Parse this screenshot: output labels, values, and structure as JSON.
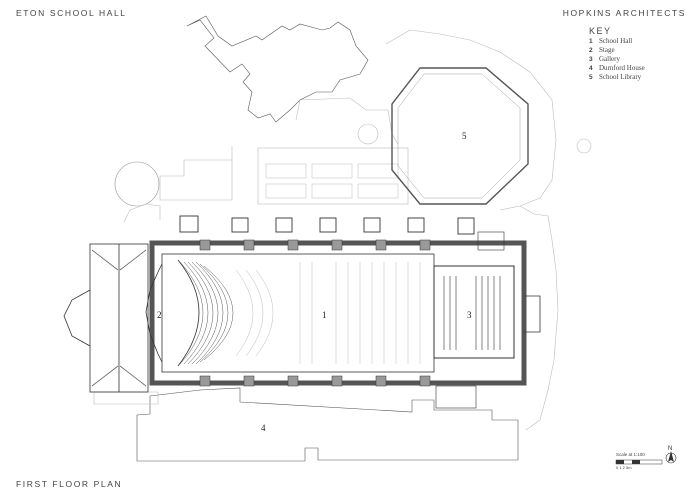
{
  "header": {
    "title_left": "ETON SCHOOL HALL",
    "title_right": "HOPKINS ARCHITECTS"
  },
  "footer": {
    "plan_title": "FIRST FLOOR PLAN"
  },
  "key": {
    "title": "KEY",
    "items": [
      {
        "num": "1",
        "label": "School Hall"
      },
      {
        "num": "2",
        "label": "Stage"
      },
      {
        "num": "3",
        "label": "Gallery"
      },
      {
        "num": "4",
        "label": "Durnford House"
      },
      {
        "num": "5",
        "label": "School Library"
      }
    ]
  },
  "plan_labels": {
    "l1": "1",
    "l2": "2",
    "l3": "3",
    "l4": "4",
    "l5": "5"
  },
  "north": {
    "letter": "N"
  },
  "scale": {
    "text": "Scale at 1:100",
    "ticks": "0   1   2       5m"
  },
  "colors": {
    "ink": "#333333",
    "light": "#bbbbbb",
    "wall_fill": "#999999"
  }
}
